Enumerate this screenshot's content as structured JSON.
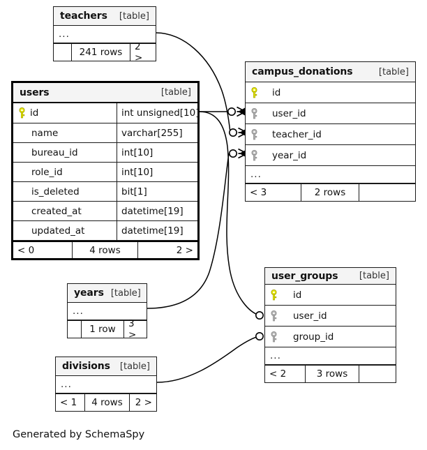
{
  "diagram": {
    "caption": "Generated by SchemaSpy",
    "table_tag": "[table]",
    "ellipsis": "...",
    "colors": {
      "primary_key": "#e8e800",
      "foreign_key": "#b3b3b3",
      "header_bg": "#f4f4f4",
      "border": "#1a1a1a",
      "text": "#111111",
      "background": "#ffffff"
    }
  },
  "tables": {
    "teachers": {
      "name": "teachers",
      "tag": "[table]",
      "ellipsis": "...",
      "footer": {
        "left": "",
        "mid": "241 rows",
        "right": "2 >"
      }
    },
    "users": {
      "name": "users",
      "tag": "[table]",
      "columns": [
        {
          "name": "id",
          "type": "int unsigned[10]",
          "key": "primary"
        },
        {
          "name": "name",
          "type": "varchar[255]",
          "key": "none"
        },
        {
          "name": "bureau_id",
          "type": "int[10]",
          "key": "none"
        },
        {
          "name": "role_id",
          "type": "int[10]",
          "key": "none"
        },
        {
          "name": "is_deleted",
          "type": "bit[1]",
          "key": "none"
        },
        {
          "name": "created_at",
          "type": "datetime[19]",
          "key": "none"
        },
        {
          "name": "updated_at",
          "type": "datetime[19]",
          "key": "none"
        }
      ],
      "footer": {
        "left": "< 0",
        "mid": "4 rows",
        "right": "2 >"
      }
    },
    "campus_donations": {
      "name": "campus_donations",
      "tag": "[table]",
      "ellipsis": "...",
      "columns": [
        {
          "name": "id",
          "key": "primary"
        },
        {
          "name": "user_id",
          "key": "foreign"
        },
        {
          "name": "teacher_id",
          "key": "foreign"
        },
        {
          "name": "year_id",
          "key": "foreign"
        }
      ],
      "footer": {
        "left": "< 3",
        "mid": "2 rows",
        "right": ""
      }
    },
    "user_groups": {
      "name": "user_groups",
      "tag": "[table]",
      "ellipsis": "...",
      "columns": [
        {
          "name": "id",
          "key": "primary"
        },
        {
          "name": "user_id",
          "key": "foreign"
        },
        {
          "name": "group_id",
          "key": "foreign"
        }
      ],
      "footer": {
        "left": "< 2",
        "mid": "3 rows",
        "right": ""
      }
    },
    "years": {
      "name": "years",
      "tag": "[table]",
      "ellipsis": "...",
      "footer": {
        "left": "",
        "mid": "1 row",
        "right": "3 >"
      }
    },
    "divisions": {
      "name": "divisions",
      "tag": "[table]",
      "ellipsis": "...",
      "footer": {
        "left": "< 1",
        "mid": "4 rows",
        "right": "2 >"
      }
    }
  },
  "relationships": [
    {
      "from": "users.id",
      "to": "campus_donations.user_id"
    },
    {
      "from": "teachers",
      "to": "campus_donations.teacher_id"
    },
    {
      "from": "years",
      "to": "campus_donations.year_id"
    },
    {
      "from": "users.id",
      "to": "user_groups.user_id"
    },
    {
      "from": "divisions",
      "to": "user_groups.group_id"
    }
  ]
}
